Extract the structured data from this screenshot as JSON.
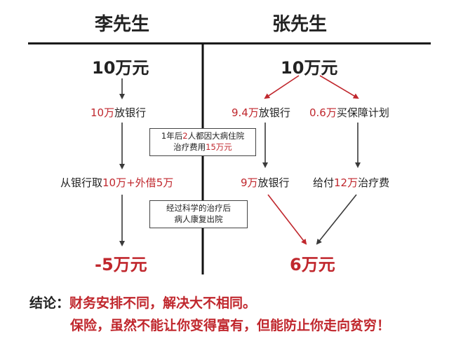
{
  "headers": {
    "left": "李先生",
    "right": "张先生"
  },
  "left": {
    "start": "10万元",
    "step1": {
      "num": "10万",
      "text": "放银行"
    },
    "step2": {
      "pre": "从银行取",
      "num1": "10万",
      "mid": "+外借",
      "num2": "5万"
    },
    "result": "-5万元"
  },
  "right": {
    "start": "10万元",
    "a1": {
      "num": "9.4万",
      "text": "放银行"
    },
    "b1": {
      "num": "0.6万",
      "text": "买保障计划"
    },
    "a2": {
      "num": "9万",
      "text": "放银行"
    },
    "b2": {
      "pre": "给付",
      "num": "12万",
      "text": "治疗费"
    },
    "result": "6万元"
  },
  "events": {
    "event1": {
      "l1_a": "1年后",
      "l1_b": "2",
      "l1_c": "人都因大病住院",
      "l2_a": "治疗费用",
      "l2_b": "15万元"
    },
    "event2": {
      "l1": "经过科学的治疗后",
      "l2": "病人康复出院"
    }
  },
  "conclusion": {
    "label": "结论：",
    "line1": "财务安排不同，解决大不相同。",
    "line2": "保险，虽然不能让你变得富有，但能防止你走向贫穷！"
  },
  "colors": {
    "accent_red": "#c0272d",
    "arrow_dark": "#3a3a3a",
    "text": "#222222"
  }
}
